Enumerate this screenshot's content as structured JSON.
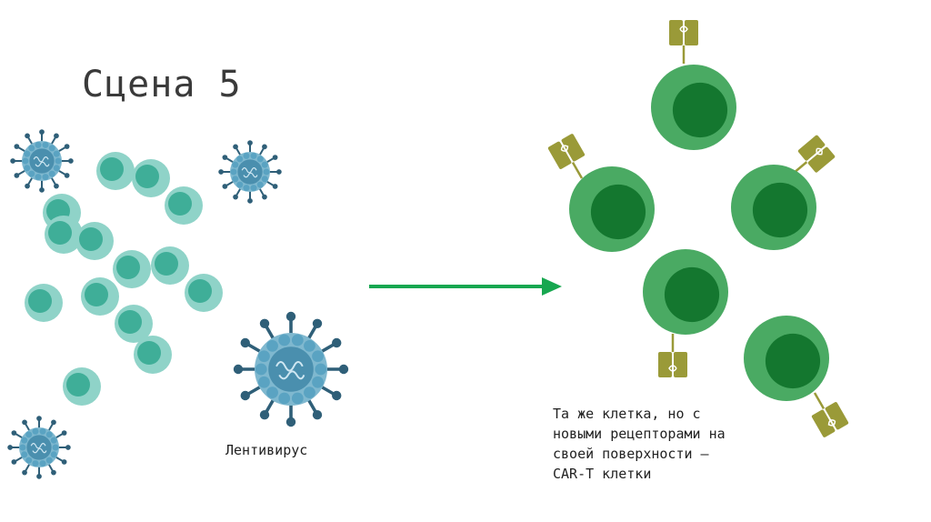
{
  "slide": {
    "title": "Сцена 5",
    "virus_label": "Лентивирус",
    "caption_lines": [
      "Та же клетка, но с",
      "новыми рецепторами на",
      "своей поверхности –",
      "CAR-T клетки"
    ]
  },
  "colors": {
    "tcell_outer": "#8fd3c8",
    "tcell_inner": "#3fae98",
    "virus_core": "#4a8fae",
    "virus_shell": "#7fb8cf",
    "virus_spike": "#2f5f78",
    "cart_outer": "#4aaa63",
    "cart_inner": "#14772f",
    "receptor": "#9a9a38",
    "arrow": "#17a750"
  }
}
